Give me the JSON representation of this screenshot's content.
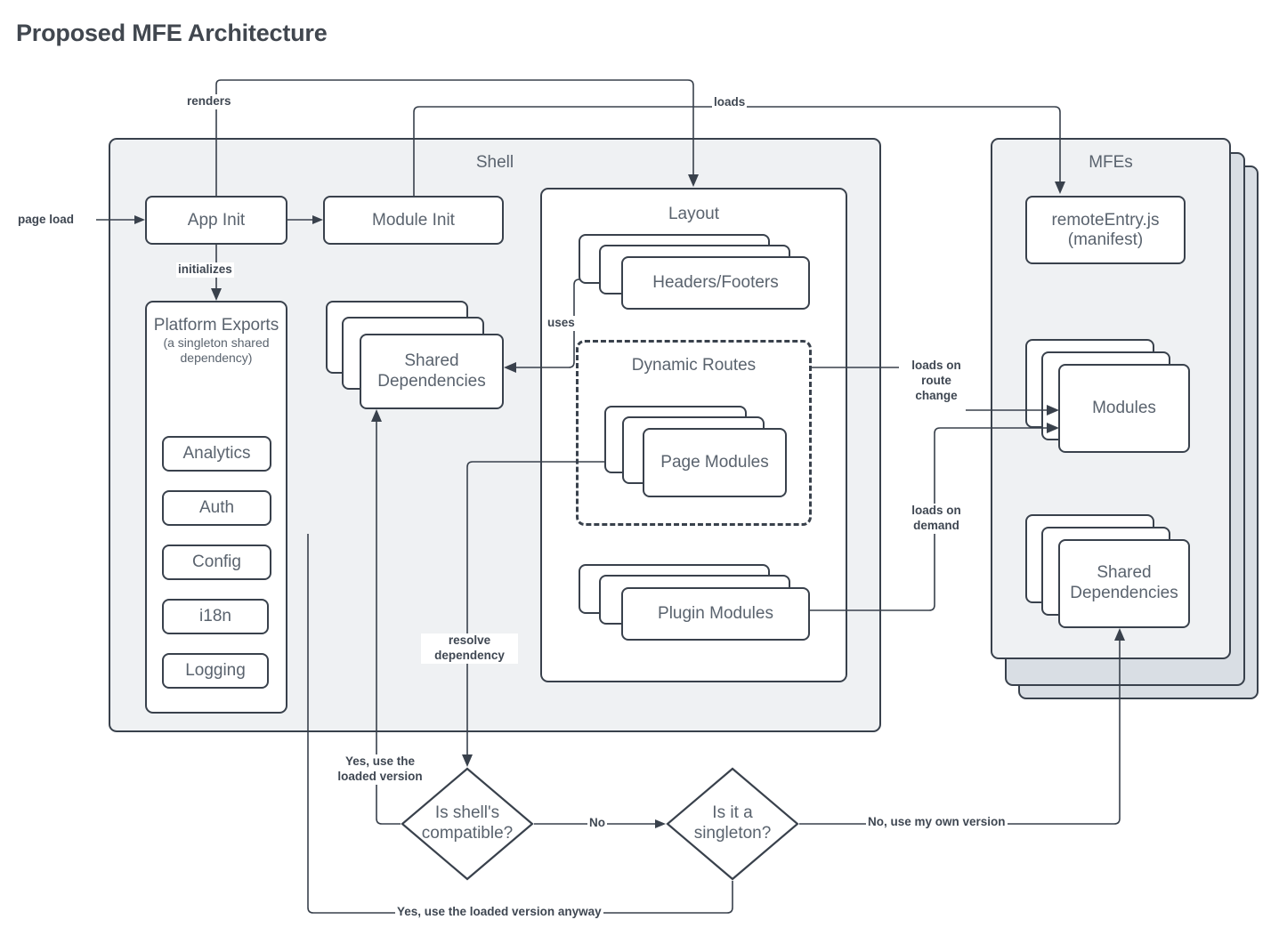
{
  "page": {
    "title": "Proposed MFE Architecture",
    "colors": {
      "title_text": "#41474f",
      "node_text": "#5a636e",
      "edge_label_text": "#3f4752",
      "stroke": "#39414c",
      "container_fill": "#eff1f3",
      "container_ghost_fill": "#d9dee4",
      "node_fill": "#ffffff",
      "background": "#ffffff"
    }
  },
  "containers": {
    "shell": {
      "label": "Shell"
    },
    "mfes": {
      "label": "MFEs"
    },
    "layout": {
      "label": "Layout"
    },
    "dynamic_routes": {
      "label": "Dynamic Routes"
    }
  },
  "shell": {
    "app_init": {
      "label": "App Init"
    },
    "module_init": {
      "label": "Module Init"
    },
    "platform_exports": {
      "title": "Platform Exports",
      "subtitle": "(a singleton shared dependency)",
      "items": [
        {
          "label": "Analytics"
        },
        {
          "label": "Auth"
        },
        {
          "label": "Config"
        },
        {
          "label": "i18n"
        },
        {
          "label": "Logging"
        }
      ]
    },
    "shared_dependencies": {
      "label": "Shared Dependencies"
    },
    "layout": {
      "headers_footers": {
        "label": "Headers/Footers"
      },
      "page_modules": {
        "label": "Page Modules"
      },
      "plugin_modules": {
        "label": "Plugin Modules"
      }
    }
  },
  "mfes": {
    "remote_entry": {
      "label": "remoteEntry.js (manifest)",
      "line1": "remoteEntry.js",
      "line2": "(manifest)"
    },
    "modules": {
      "label": "Modules"
    },
    "shared_dependencies": {
      "label": "Shared Dependencies"
    }
  },
  "decisions": {
    "is_shell_compatible": {
      "label": "Is shell's compatible?",
      "line1": "Is shell's",
      "line2": "compatible?"
    },
    "is_singleton": {
      "label": "Is it a singleton?",
      "line1": "Is it a",
      "line2": "singleton?"
    }
  },
  "edges": {
    "page_load": "page load",
    "renders": "renders",
    "loads": "loads",
    "initializes": "initializes",
    "uses": "uses",
    "loads_on_route_change": "loads on\nroute\nchange",
    "loads_on_demand": "loads on\ndemand",
    "resolve_dependency": "resolve\ndependency",
    "yes_use_loaded_version": "Yes, use the\nloaded version",
    "yes_use_loaded_version_anyway": "Yes, use the loaded version anyway",
    "no": "No",
    "no_use_my_own_version": "No, use my own version"
  }
}
